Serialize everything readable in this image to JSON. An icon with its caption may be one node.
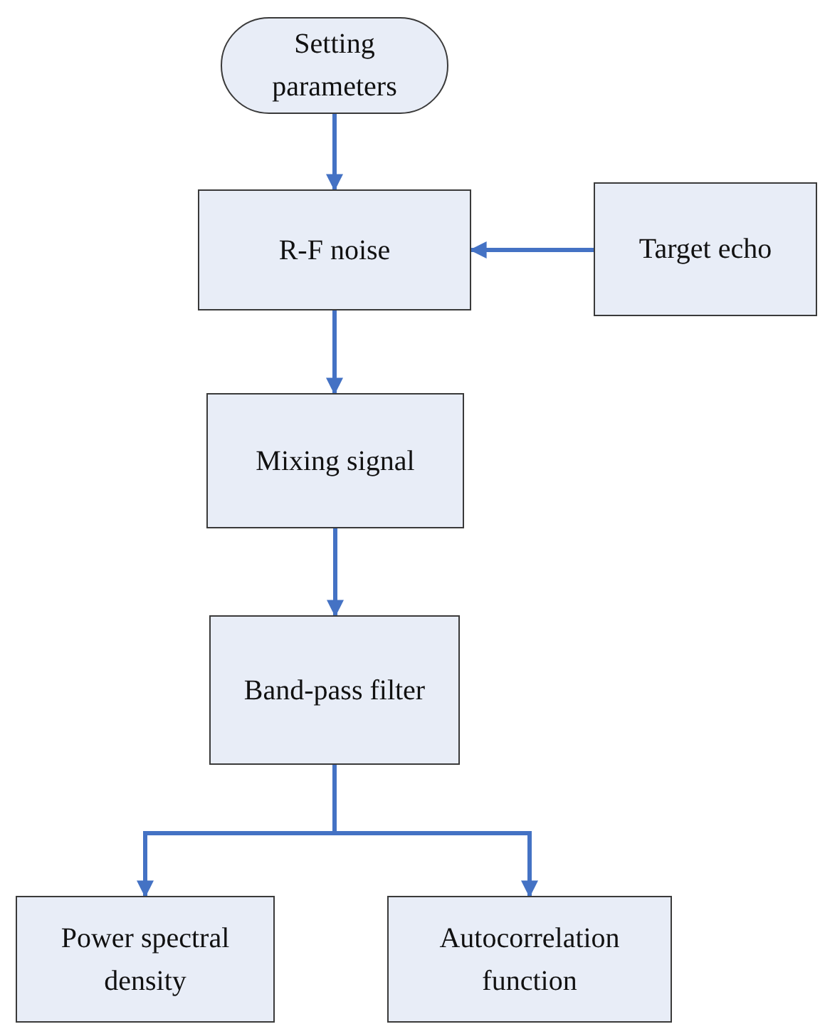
{
  "diagram": {
    "nodes": [
      {
        "text": [
          "Setting parameters"
        ]
      },
      {
        "text": [
          "R-F noise"
        ]
      },
      {
        "text": [
          "Target echo"
        ]
      },
      {
        "text": [
          "Mixing signal"
        ]
      },
      {
        "text": [
          "Band-pass filter"
        ]
      },
      {
        "text": [
          "Power spectral density"
        ]
      },
      {
        "text": [
          "Autocorrelation function"
        ]
      }
    ],
    "edges": [
      {
        "from": 0,
        "to": 1,
        "arrow": "to"
      },
      {
        "from": 2,
        "to": 1,
        "arrow": "to"
      },
      {
        "from": 1,
        "to": 3,
        "arrow": "to"
      },
      {
        "from": 3,
        "to": 4,
        "arrow": "to"
      },
      {
        "from": 4,
        "to": 5,
        "arrow": "to"
      },
      {
        "from": 4,
        "to": 6,
        "arrow": "to"
      }
    ]
  }
}
